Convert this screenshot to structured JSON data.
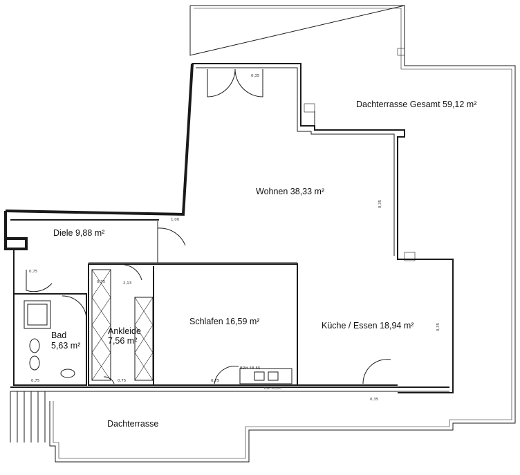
{
  "rooms": {
    "dachterrasse_gesamt": "Dachterrasse Gesamt 59,12 m²",
    "wohnen": "Wohnen 38,33 m²",
    "diele": "Diele 9,88 m²",
    "schlafen": "Schlafen 16,59 m²",
    "kueche_essen": "Küche / Essen 18,94 m²",
    "ankleide_name": "Ankleide",
    "ankleide_area": "7,56 m²",
    "bad_name": "Bad",
    "bad_area": "5,63 m²",
    "dachterrasse": "Dachterrasse"
  },
  "annotations": {
    "door_top": "0,35",
    "door_diele": "1,00",
    "door_ankleide": "2,13",
    "ankleide_bottom": "0,75",
    "schlafen_door": "0,75",
    "window_sill": "BRH 48-65",
    "beam": "BG 50/20",
    "kueche_bottom": "0,35",
    "wall_right": "0,35",
    "wall_kueche": "0,35",
    "bad_door": "0,75",
    "dim_left": "0,75",
    "ankleide_top": "0,75"
  },
  "colors": {
    "wall": "#1a1a1a",
    "background": "#ffffff"
  }
}
